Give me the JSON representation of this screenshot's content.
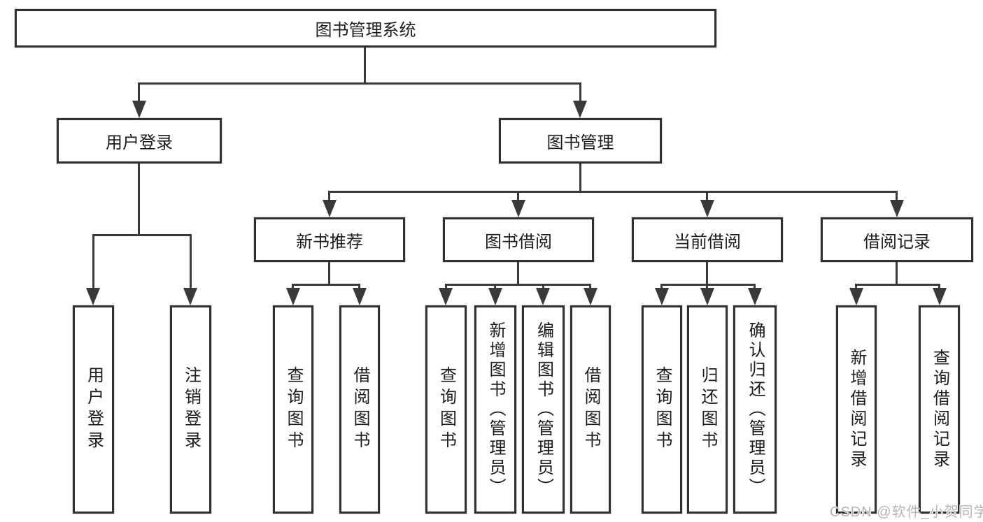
{
  "diagram_type": "hierarchy-tree",
  "colors": {
    "background": "#ffffff",
    "box_border": "#303030",
    "line": "#3a3a3a",
    "text": "#1c1c1c",
    "watermark": "#b5b5b5"
  },
  "tree": {
    "label": "图书管理系统",
    "children": [
      {
        "label": "用户登录",
        "children": [
          {
            "label": "用户登录"
          },
          {
            "label": "注销登录"
          }
        ]
      },
      {
        "label": "图书管理",
        "children": [
          {
            "label": "新书推荐",
            "children": [
              {
                "label": "查询图书"
              },
              {
                "label": "借阅图书"
              }
            ]
          },
          {
            "label": "图书借阅",
            "children": [
              {
                "label": "查询图书"
              },
              {
                "label": "新增图书（管理员）"
              },
              {
                "label": "编辑图书（管理员）"
              },
              {
                "label": "借阅图书"
              }
            ]
          },
          {
            "label": "当前借阅",
            "children": [
              {
                "label": "查询图书"
              },
              {
                "label": "归还图书"
              },
              {
                "label": "确认归还（管理员）"
              }
            ]
          },
          {
            "label": "借阅记录",
            "children": [
              {
                "label": "新增借阅记录"
              },
              {
                "label": "查询借阅记录"
              }
            ]
          }
        ]
      }
    ]
  },
  "watermark": {
    "text": "CSDN @软件_小贺同学"
  }
}
